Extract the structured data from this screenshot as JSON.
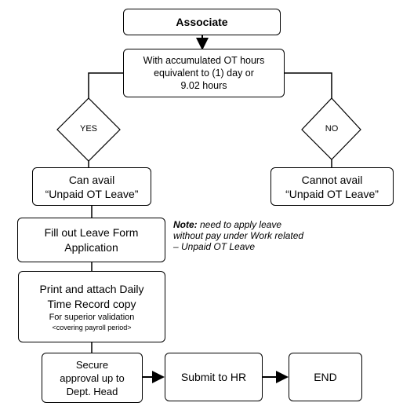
{
  "associate": "Associate",
  "condition": [
    "With accumulated OT hours",
    "equivalent to (1) day or",
    "9.02 hours"
  ],
  "yes_label": "YES",
  "no_label": "NO",
  "can_avail": [
    "Can avail",
    "“Unpaid OT Leave”"
  ],
  "cannot_avail": [
    "Cannot avail",
    "“Unpaid OT Leave”"
  ],
  "fill_form": [
    "Fill out Leave Form",
    "Application"
  ],
  "note": {
    "prefix": "Note:",
    "line1": " need to apply leave",
    "line2": "without pay under Work related",
    "line3": "– Unpaid OT Leave"
  },
  "print_attach": [
    "Print and attach Daily",
    "Time Record copy"
  ],
  "validation": [
    "For superior validation",
    "<covering payroll period>"
  ],
  "secure": [
    "Secure",
    "approval up to",
    "Dept. Head"
  ],
  "submit": "Submit to HR",
  "end": "END"
}
